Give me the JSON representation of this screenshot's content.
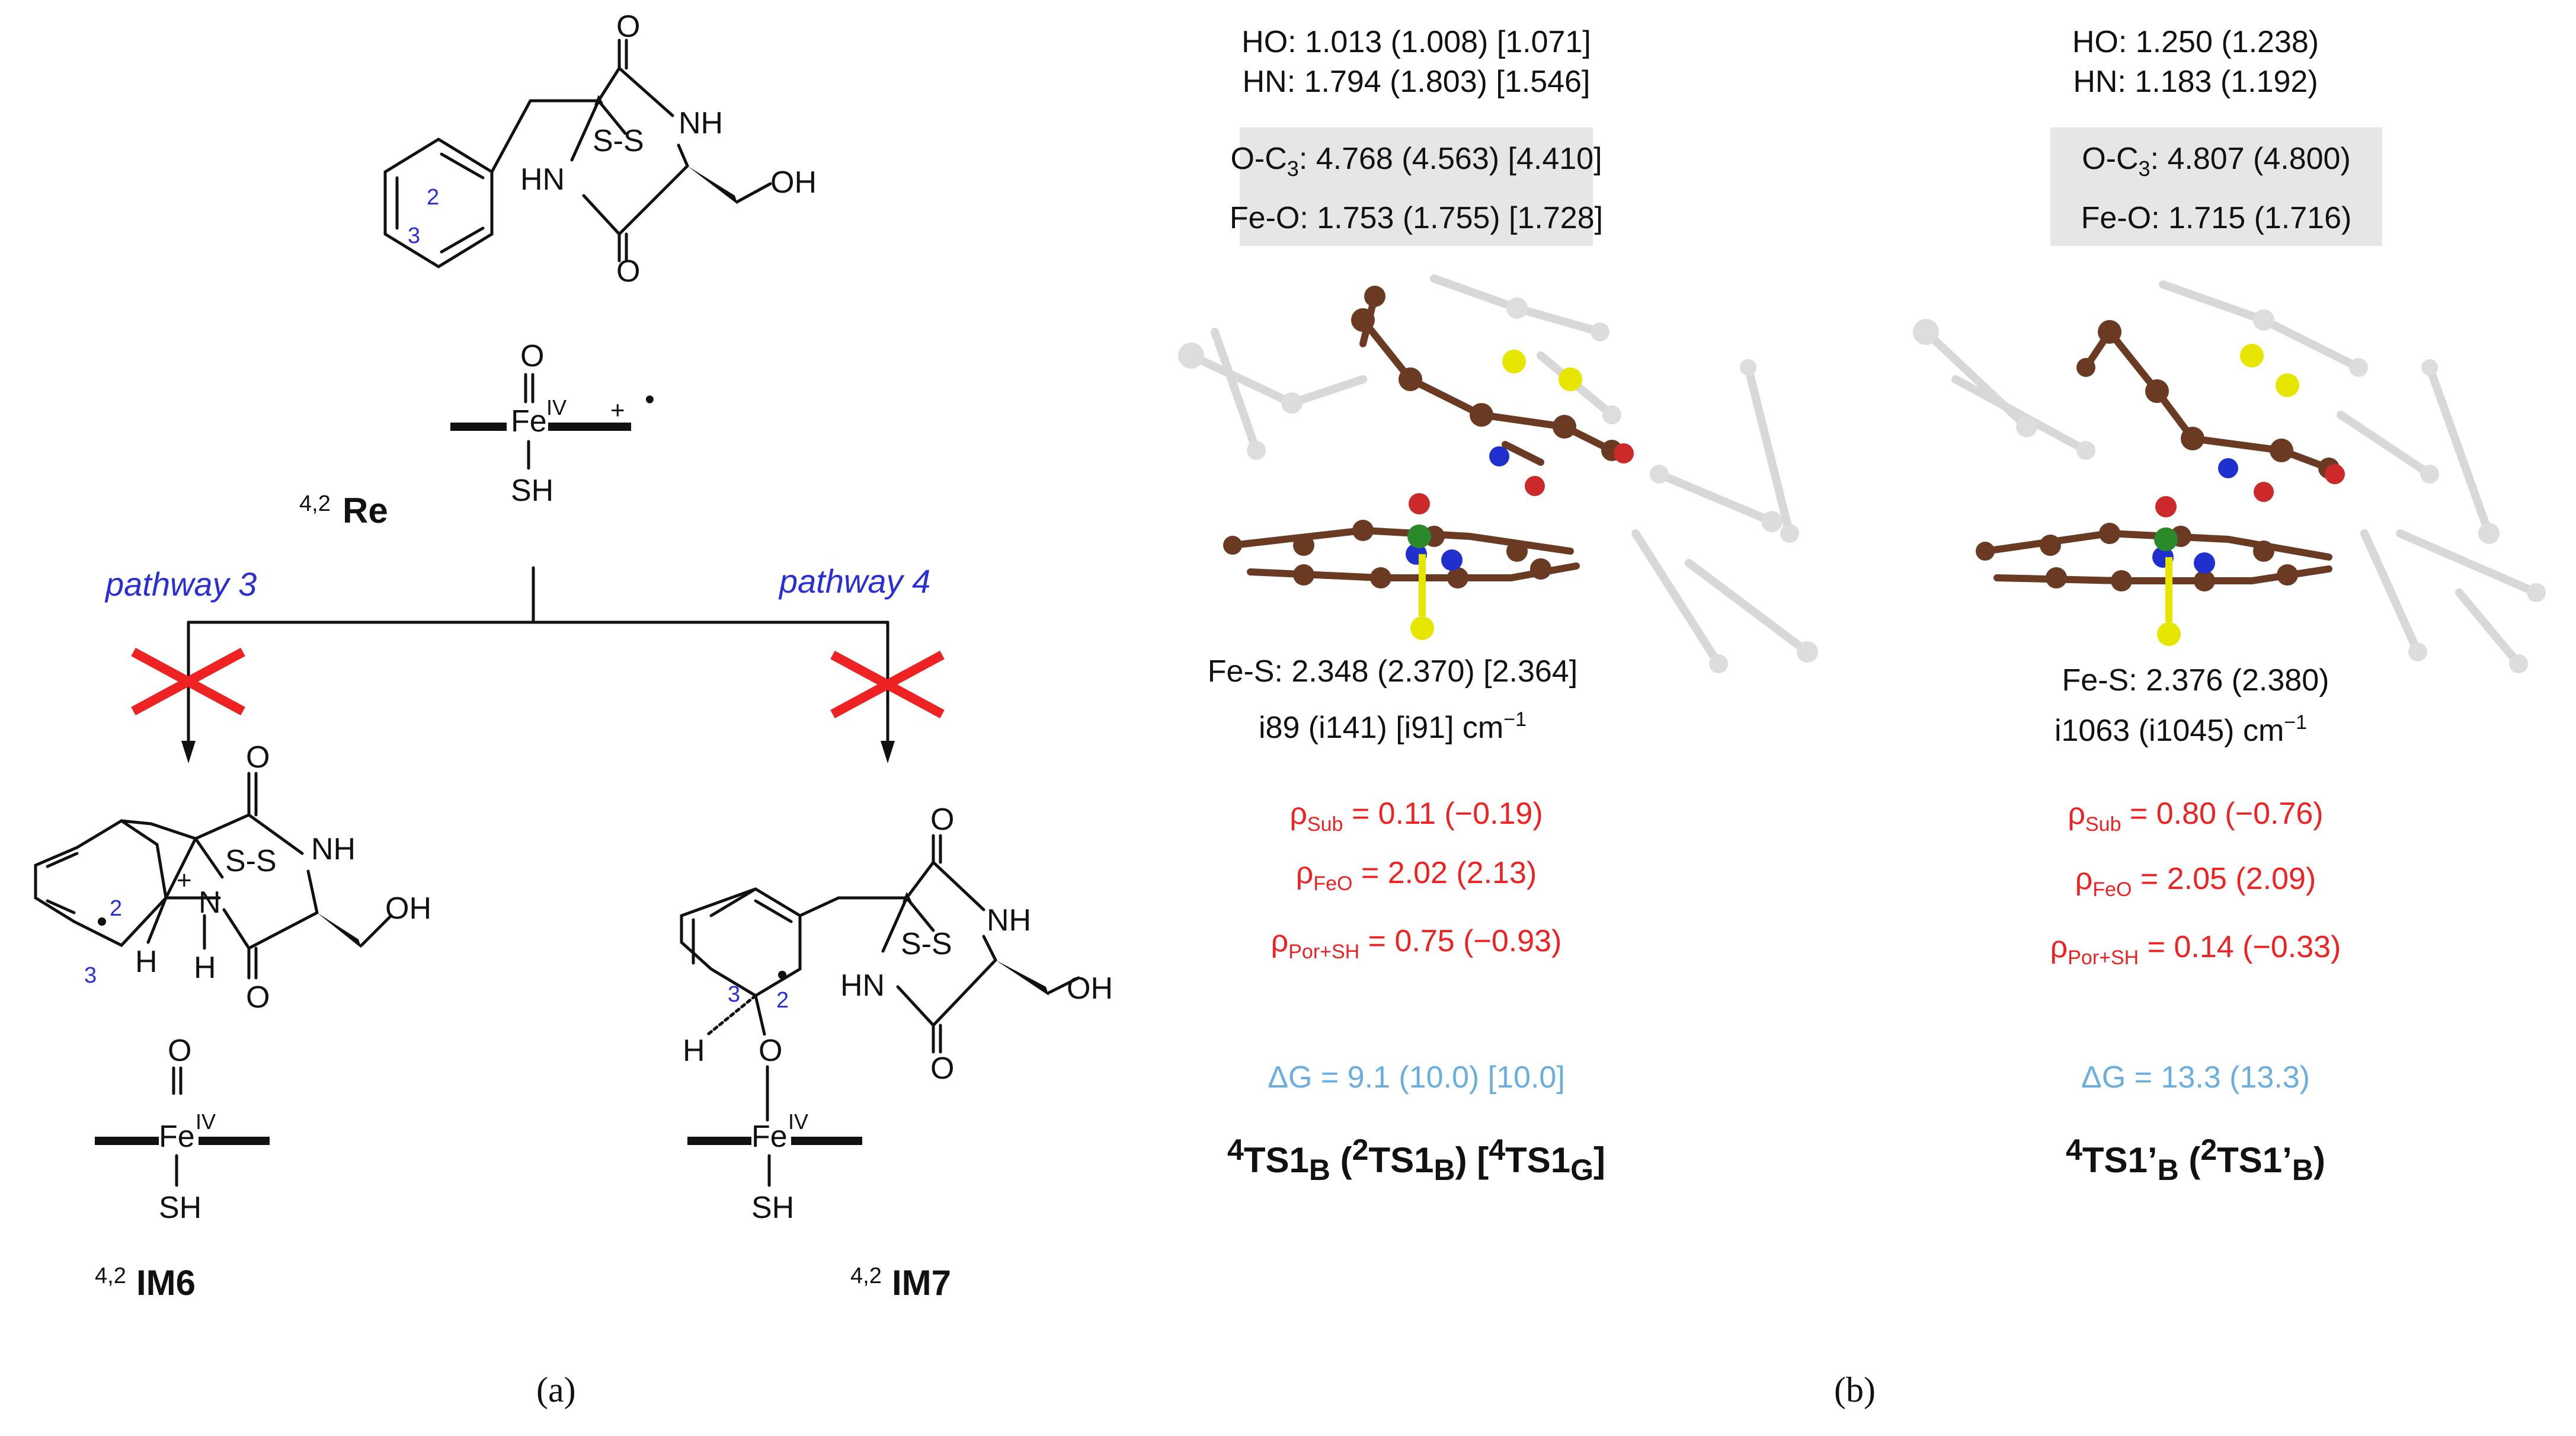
{
  "colors": {
    "pathway": "#2a2fd4",
    "cross": "#ee2222",
    "spin": "#ee2222",
    "energy": "#6aaee0",
    "highlight_box": "#e6e6e6",
    "carbon": "#6b3a22",
    "sulfur": "#e6e600",
    "oxygen": "#cc2a2a",
    "nitrogen": "#2030cc",
    "iron": "#2a8a2a"
  },
  "panel_a": {
    "substrate": {
      "oh": "OH",
      "nh": "NH",
      "hn": "HN",
      "o": "O",
      "ss": "S-S",
      "pos2": "2",
      "pos3": "3"
    },
    "reactant": {
      "o": "O",
      "fe": "Fe",
      "ox": "IV",
      "charge": "+",
      "radical": "•",
      "sh": "SH",
      "label_sup": "4,2",
      "label": "Re"
    },
    "pathway3": "pathway 3",
    "pathway4": "pathway 4",
    "im6": {
      "label_sup": "4,2",
      "label": "IM6",
      "plus": "+",
      "n": "N",
      "h": "H",
      "nh": "NH",
      "oh": "OH",
      "o": "O",
      "ss": "S-S",
      "pos2": "2",
      "pos3": "3",
      "fe": "Fe",
      "ox": "IV",
      "sh": "SH"
    },
    "im7": {
      "label_sup": "4,2",
      "label": "IM7",
      "nh": "NH",
      "hn": "HN",
      "oh": "OH",
      "o": "O",
      "ss": "S-S",
      "pos2": "2",
      "pos3": "3",
      "h": "H",
      "fe": "Fe",
      "ox": "IV",
      "sh": "SH"
    },
    "caption": "(a)"
  },
  "panel_b": {
    "ts1": {
      "ho": "HO: 1.013 (1.008) [1.071]",
      "hn": "HN: 1.794 (1.803) [1.546]",
      "oc3_prefix": "O-C",
      "oc3_sub": "3",
      "oc3_values": ": 4.768 (4.563) [4.410]",
      "feo": "Fe-O: 1.753 (1.755) [1.728]",
      "fes": "Fe-S: 2.348 (2.370) [2.364]",
      "freq": "i89 (i141) [i91] cm",
      "freq_sup": "−1",
      "rho_sub_sub": "Sub",
      "rho_sub_val": " = 0.11 (−0.19)",
      "rho_feo_sub": "FeO",
      "rho_feo_val": " = 2.02 (2.13)",
      "rho_por_sub": "Por+SH",
      "rho_por_val": " = 0.75 (−0.93)",
      "dg": "ΔG = 9.1 (10.0) [10.0]",
      "name_html": "<sup>4</sup>TS1<sub>B</sub> (<sup>2</sup>TS1<sub>B</sub>) [<sup>4</sup>TS1<sub>G</sub>]"
    },
    "ts1p": {
      "ho": "HO: 1.250 (1.238)",
      "hn": "HN: 1.183 (1.192)",
      "oc3_prefix": "O-C",
      "oc3_sub": "3",
      "oc3_values": ": 4.807 (4.800)",
      "feo": "Fe-O: 1.715 (1.716)",
      "fes": "Fe-S: 2.376 (2.380)",
      "freq": "i1063 (i1045) cm",
      "freq_sup": "−1",
      "rho_sub_sub": "Sub",
      "rho_sub_val": " = 0.80 (−0.76)",
      "rho_feo_sub": "FeO",
      "rho_feo_val": " = 2.05 (2.09)",
      "rho_por_sub": "Por+SH",
      "rho_por_val": " = 0.14 (−0.33)",
      "dg": "ΔG = 13.3 (13.3)",
      "name_html": "<sup>4</sup>TS1’<sub>B</sub> (<sup>2</sup>TS1’<sub>B</sub>)"
    },
    "rho": "ρ",
    "caption": "(b)"
  }
}
